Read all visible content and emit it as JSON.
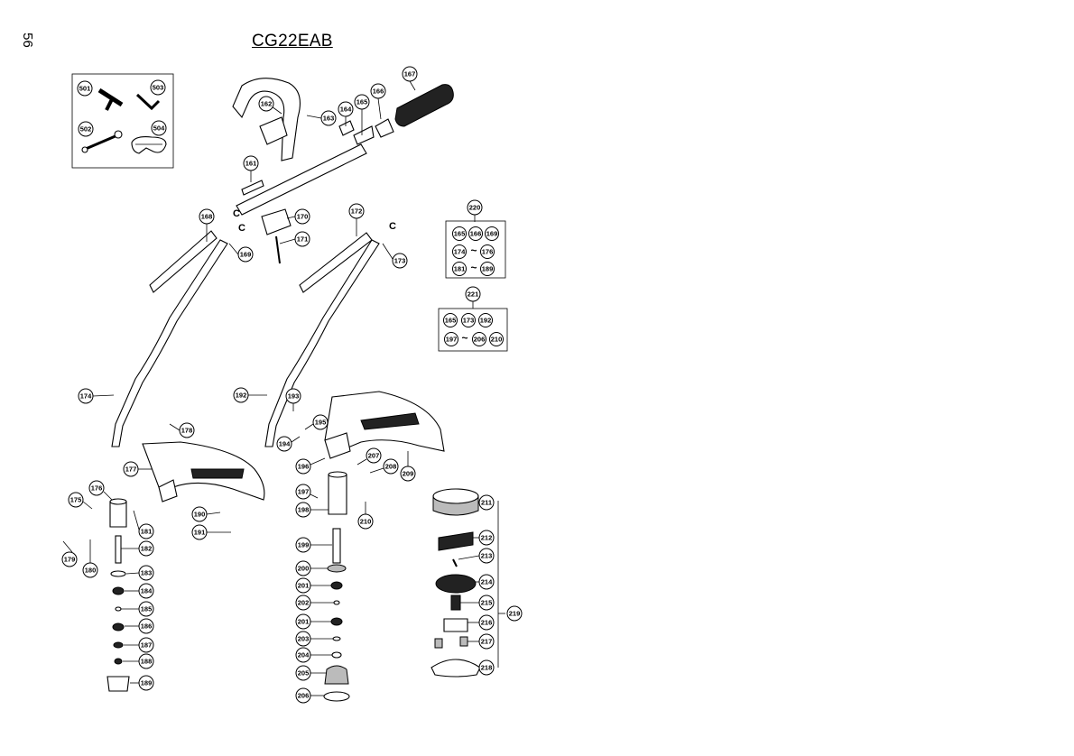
{
  "page_number": "56",
  "title": "CG22EAB",
  "kits": {
    "k220": {
      "number": "220",
      "row1": [
        "165",
        "166",
        "169"
      ],
      "row2": [
        "174",
        "~",
        "176"
      ],
      "row3": [
        "181",
        "~",
        "189"
      ]
    },
    "k221": {
      "number": "221",
      "row1": [
        "165",
        "173",
        "192"
      ],
      "row2": [
        "197",
        "~",
        "206",
        "210"
      ]
    }
  },
  "tool_box_parts": [
    "501",
    "503",
    "502",
    "504"
  ],
  "callouts": {
    "c161": "161",
    "c162": "162",
    "c163": "163",
    "c164": "164",
    "c165": "165",
    "c166": "166",
    "c167": "167",
    "c168": "168",
    "c169": "169",
    "c170": "170",
    "c171": "171",
    "c172": "172",
    "c173": "173",
    "c174": "174",
    "c175": "175",
    "c176": "176",
    "c177": "177",
    "c178": "178",
    "c179": "179",
    "c180": "180",
    "c181": "181",
    "c182": "182",
    "c183": "183",
    "c184": "184",
    "c185": "185",
    "c186": "186",
    "c187": "187",
    "c188": "188",
    "c189": "189",
    "c190": "190",
    "c191": "191",
    "c192": "192",
    "c193": "193",
    "c194": "194",
    "c195": "195",
    "c196": "196",
    "c197": "197",
    "c198": "198",
    "c199": "199",
    "c200": "200",
    "c201a": "201",
    "c201b": "201",
    "c202": "202",
    "c203": "203",
    "c204": "204",
    "c205": "205",
    "c206": "206",
    "c207": "207",
    "c208": "208",
    "c209": "209",
    "c210": "210",
    "c211": "211",
    "c212": "212",
    "c213": "213",
    "c214": "214",
    "c215": "215",
    "c216": "216",
    "c217": "217",
    "c218": "218",
    "c219": "219"
  },
  "c_marks": {
    "c1": "C",
    "c2": "C",
    "c3": "C"
  }
}
